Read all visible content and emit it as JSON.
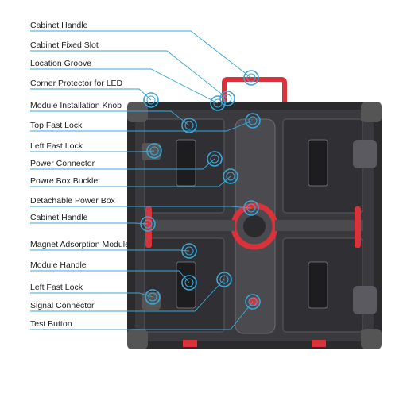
{
  "labels": [
    "Cabinet Handle",
    "Cabinet Fixed Slot",
    "Location Groove",
    "Corner Protector for LED",
    "Module Installation Knob",
    "Top Fast Lock",
    "Left Fast Lock",
    "Power Connector",
    "Powre Box Bucklet",
    "Detachable Power Box",
    "Cabinet Handle",
    "Magnet Adsorption Module",
    "Module Handle",
    "Left Fast Lock",
    "Signal Connector",
    "Test Button"
  ],
  "colors": {
    "leader": "#3aa6d6",
    "cabinet_dark": "#2b2b2e",
    "cabinet_mid": "#4a4a4f",
    "accent_red": "#d8323a",
    "panel": "#3a3a3e"
  }
}
